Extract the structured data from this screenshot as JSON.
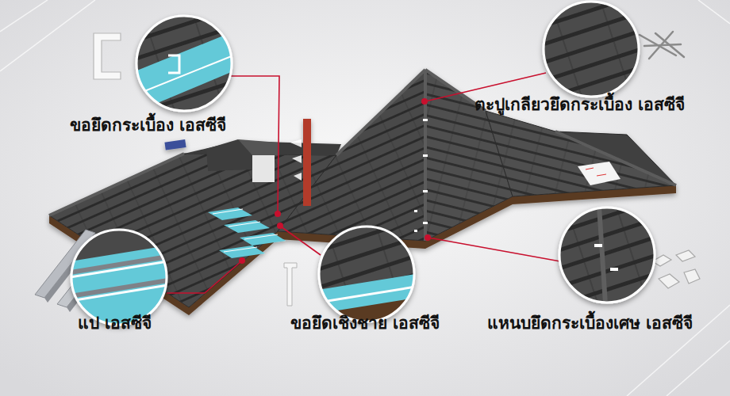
{
  "diagram": {
    "labels": [
      "ขอยึดกระเบื้อง เอสซีจี",
      "ตะปูเกลียวยึดกระเบื้อง เอสซีจี",
      "แป เอสซีจี",
      "ขอยึดเชิงชาย เอสซีจี",
      "แหนบยึดกระเบื้องเศษ เอสซีจี"
    ]
  }
}
